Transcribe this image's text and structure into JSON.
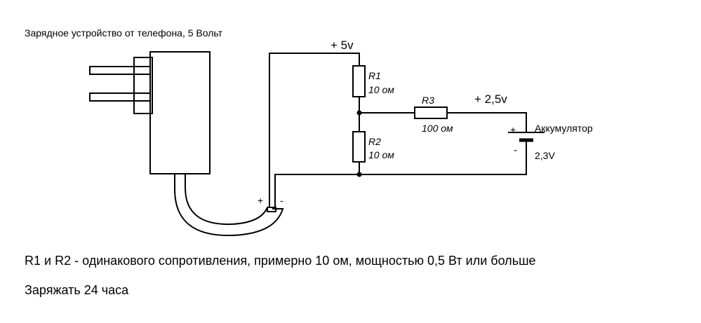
{
  "title": "Зарядное устройство от телефона, 5 Вольт",
  "voltages": {
    "supply": "+ 5v",
    "mid": "+ 2,5v"
  },
  "r1": {
    "name": "R1",
    "value": "10 ом"
  },
  "r2": {
    "name": "R2",
    "value": "10 ом"
  },
  "r3": {
    "name": "R3",
    "value": "100 ом"
  },
  "battery": {
    "name": "Аккумулятор",
    "voltage": "2,3V",
    "plus": "+",
    "minus": "-"
  },
  "connector": {
    "plus": "+",
    "minus": "-"
  },
  "notes": {
    "resistors": "R1 и R2 - одинакового сопротивления, примерно 10 ом, мощностью 0,5 Вт или больше",
    "charge": "Заряжать 24 часа"
  }
}
